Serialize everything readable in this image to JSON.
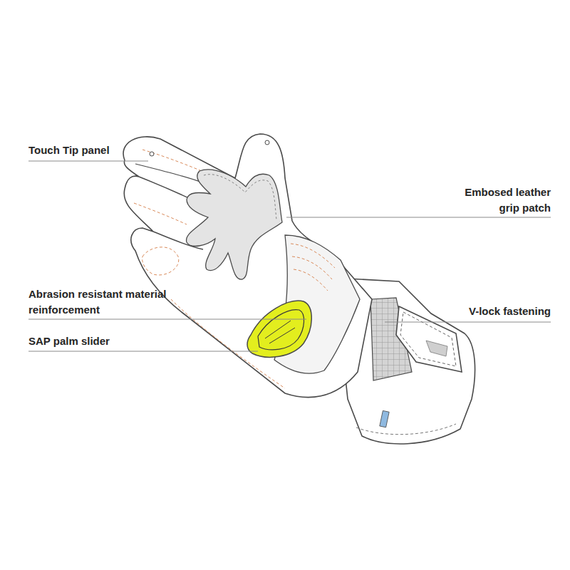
{
  "diagram": {
    "labels": [
      "Touch Tip panel",
      "Embosed leather grip patch",
      "Abrasion resistant material reinforcement",
      "SAP palm slider",
      "V-lock fastening"
    ]
  }
}
